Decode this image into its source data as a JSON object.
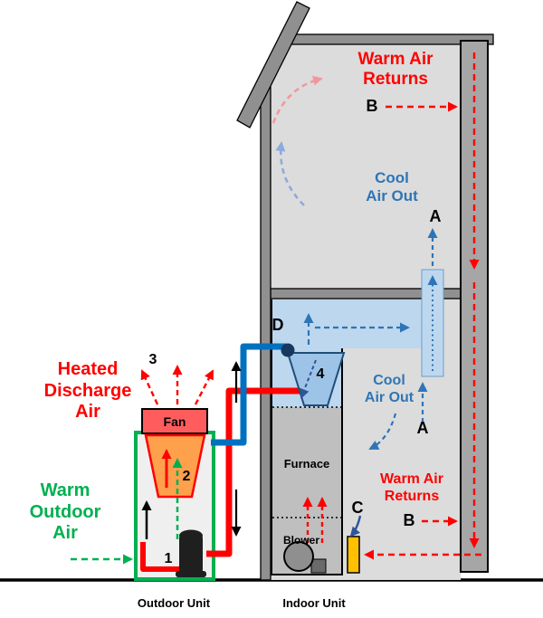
{
  "diagram": {
    "type": "hvac-air-conditioner-airflow-diagram",
    "labels": {
      "warm_air_returns_top": [
        "Warm Air",
        "Returns"
      ],
      "cool_air_out_upper": [
        "Cool",
        "Air Out"
      ],
      "cool_air_out_lower": [
        "Cool",
        "Air Out"
      ],
      "warm_air_returns_lower": [
        "Warm Air",
        "Returns"
      ],
      "heated_discharge_air": [
        "Heated",
        "Discharge",
        "Air"
      ],
      "warm_outdoor_air": [
        "Warm",
        "Outdoor",
        "Air"
      ],
      "fan": "Fan",
      "furnace": "Furnace",
      "blower": "Blower"
    },
    "markers": {
      "a_upper": "A",
      "a_lower": "A",
      "b_upper": "B",
      "b_lower": "B",
      "c": "C",
      "d": "D",
      "n1": "1",
      "n2": "2",
      "n3": "3",
      "n4": "4"
    },
    "captions": {
      "outdoor_unit": "Outdoor Unit",
      "indoor_unit": "Indoor Unit"
    },
    "colors": {
      "red": "#FF0000",
      "green": "#00B050",
      "blue_text": "#2E75B6",
      "pipe_blue": "#0070C0",
      "duct_fill": "#BDD7EE",
      "evaporator_fill": "#9DC3E6",
      "condenser_orange": "#FFA04D",
      "filter_gold": "#FFC000",
      "wall_gray": "#909090",
      "room_gray": "#DCDCDC",
      "cabinet_gray": "#BFBFBF",
      "return_duct_gray": "#A6A6A6",
      "pink_arrow": "#F2989D",
      "periwinkle_arrow": "#8FAADC",
      "fan_red": "#FF5D5D",
      "dark_blue": "#2E5597",
      "navy": "#17375E"
    }
  }
}
